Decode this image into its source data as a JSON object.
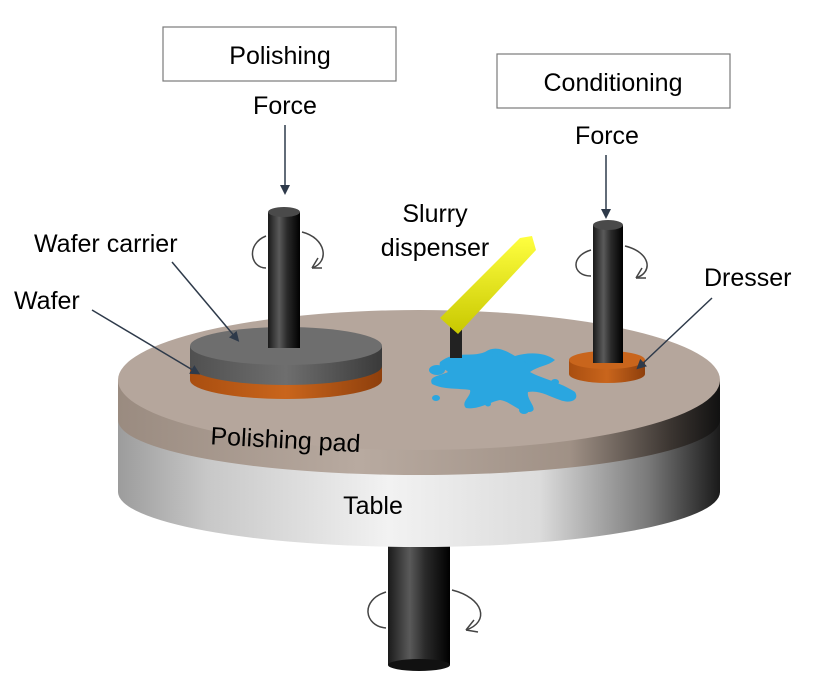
{
  "boxes": {
    "polishing": "Polishing",
    "conditioning": "Conditioning"
  },
  "labels": {
    "force_left": "Force",
    "force_right": "Force",
    "slurry_line1": "Slurry",
    "slurry_line2": "dispenser",
    "wafer_carrier": "Wafer carrier",
    "wafer": "Wafer",
    "dresser": "Dresser",
    "polishing_pad": "Polishing pad",
    "table": "Table"
  },
  "colors": {
    "pad_top": "#b5a69c",
    "pad_side": "#a8998e",
    "table_side": "#d0d0d0",
    "wafer": "#c9651c",
    "carrier": "#6e6e6e",
    "slurry": "#2aa6e0",
    "dispenser": "#e6e600",
    "shaft": "#333333",
    "arrow": "#2e3a4a"
  }
}
